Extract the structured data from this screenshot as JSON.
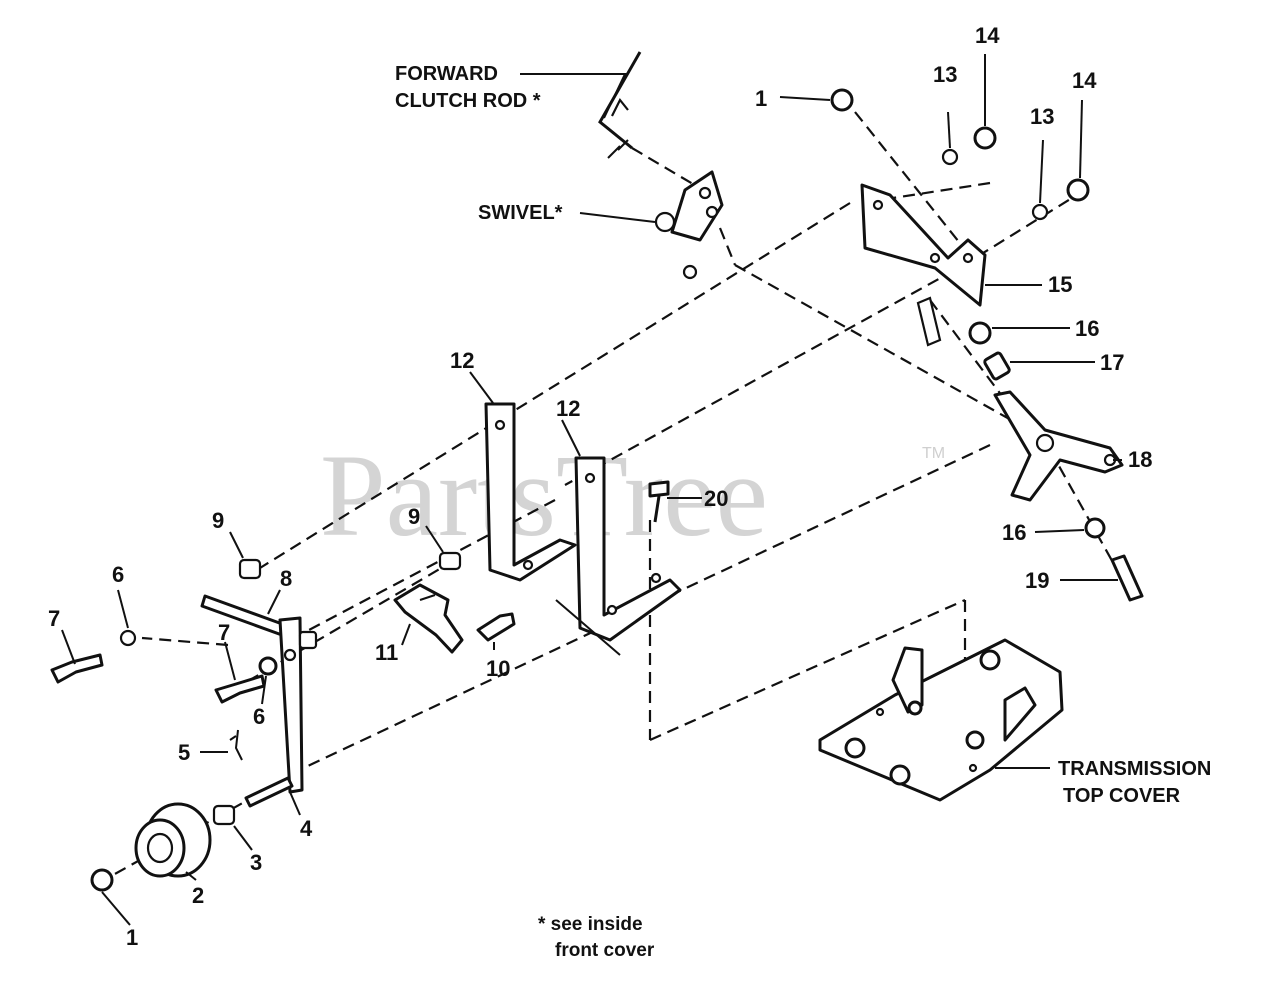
{
  "watermark": "PartsTree",
  "trademark": "TM",
  "labels": {
    "forward_clutch_rod": [
      "FORWARD",
      "CLUTCH ROD *"
    ],
    "swivel": "SWIVEL*",
    "transmission_top_cover": [
      "TRANSMISSION",
      "TOP COVER"
    ],
    "footnote": [
      "* see inside",
      "front cover"
    ]
  },
  "callouts": {
    "c1_top": "1",
    "c13_a": "13",
    "c14_a": "14",
    "c13_b": "13",
    "c14_b": "14",
    "c15": "15",
    "c16_a": "16",
    "c17": "17",
    "c18": "18",
    "c16_b": "16",
    "c19": "19",
    "c12_a": "12",
    "c12_b": "12",
    "c20": "20",
    "c9_a": "9",
    "c9_b": "9",
    "c8": "8",
    "c6_a": "6",
    "c7_a": "7",
    "c7_b": "7",
    "c6_b": "6",
    "c11": "11",
    "c10": "10",
    "c5": "5",
    "c4": "4",
    "c3": "3",
    "c2": "2",
    "c1_bottom": "1"
  },
  "icons": {
    "watermark_logo": "partstree-watermark"
  }
}
